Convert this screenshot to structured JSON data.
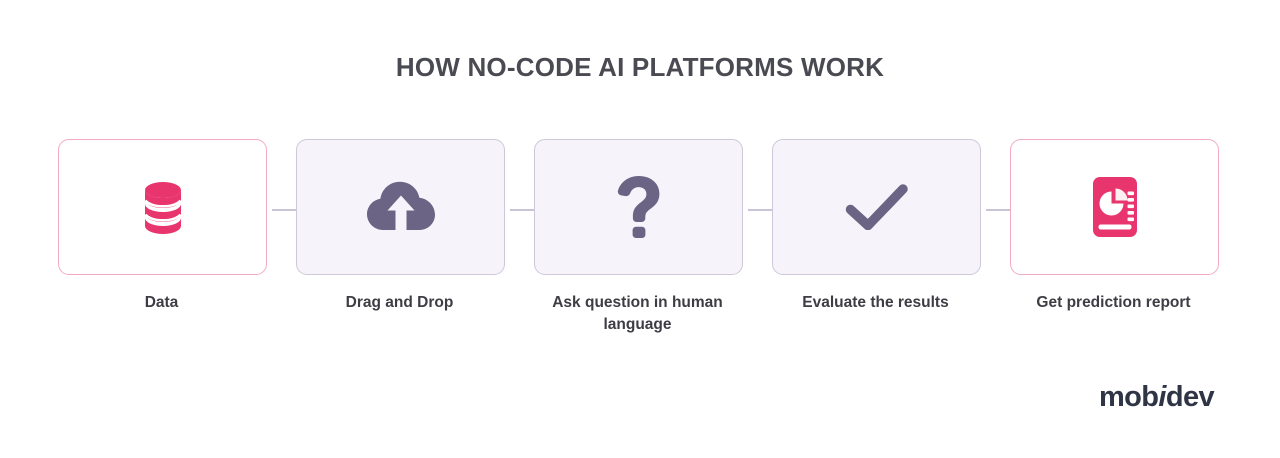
{
  "title": "HOW NO-CODE AI PLATFORMS WORK",
  "colors": {
    "title_text": "#4a4a52",
    "pink_accent": "#e8356d",
    "pink_border": "#f3acbf",
    "lavender_fill": "#f7f3fa",
    "lavender_border": "#cdc8da",
    "purple_icon": "#6b6484",
    "connector": "#c9c4d6",
    "label_text": "#3d3d44",
    "logo_text": "#2f3545",
    "background": "#ffffff"
  },
  "steps": [
    {
      "label": "Data",
      "icon": "database-icon",
      "style": "pink"
    },
    {
      "label": "Drag and Drop",
      "icon": "cloud-upload-icon",
      "style": "lavender"
    },
    {
      "label": "Ask question in human language",
      "icon": "question-mark-icon",
      "style": "lavender"
    },
    {
      "label": "Evaluate the results",
      "icon": "checkmark-icon",
      "style": "lavender"
    },
    {
      "label": "Get prediction report",
      "icon": "report-chart-icon",
      "style": "pink"
    }
  ],
  "logo": {
    "part1": "mob",
    "part2": "i",
    "part3": "dev"
  }
}
